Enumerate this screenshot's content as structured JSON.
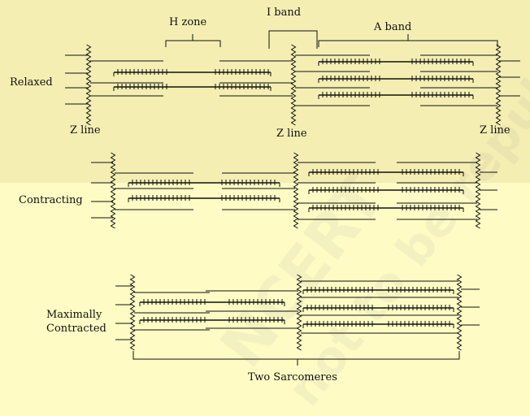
{
  "labels": {
    "h_zone": "H zone",
    "i_band": "I band",
    "a_band": "A band",
    "relaxed": "Relaxed",
    "z_line_left": "Z line",
    "z_line_mid": "Z line",
    "z_line_right": "Z line",
    "contracting": "Contracting",
    "maximally": "Maximally",
    "contracted": "Contracted",
    "two_sarcomeres": "Two Sarcomeres"
  },
  "watermark": {
    "line1": "NCERT",
    "line2": "not to be republished"
  },
  "colors": {
    "ink": "#111111",
    "background_light": "#fefcc4",
    "background_top": "#f4eeb2"
  }
}
